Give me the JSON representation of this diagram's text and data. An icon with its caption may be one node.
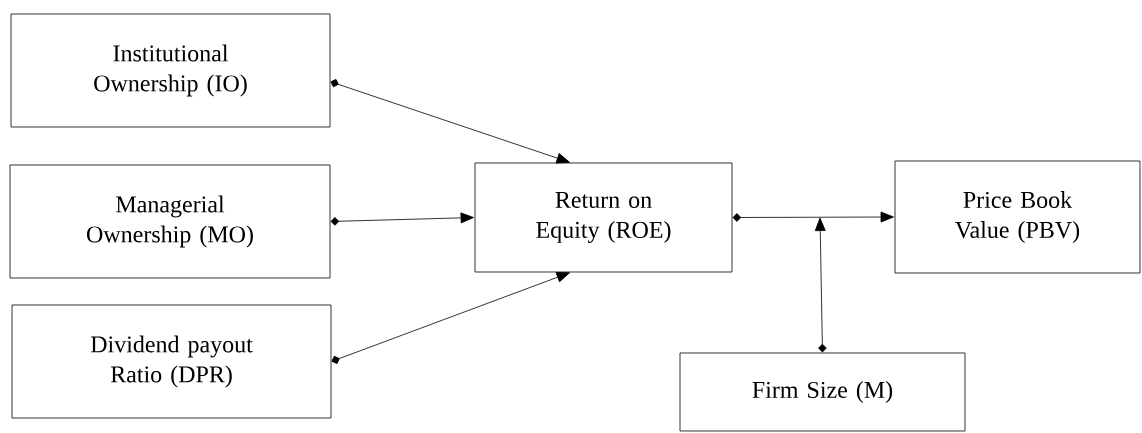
{
  "diagram": {
    "nodes": [
      {
        "text": [
          "Institutional Ownership (IO)"
        ]
      },
      {
        "text": [
          "Managerial Ownership (MO)"
        ]
      },
      {
        "text": [
          "Dividend payout Ratio (DPR)"
        ]
      },
      {
        "text": [
          "Return on Equity (ROE)"
        ]
      },
      {
        "text": [
          "Price Book Value (PBV)"
        ]
      },
      {
        "text": [
          "Firm Size (M)"
        ]
      }
    ],
    "edges": [
      {
        "from": 0,
        "to": 3,
        "arrow": "to"
      },
      {
        "from": 1,
        "to": 3,
        "arrow": "to"
      },
      {
        "from": 2,
        "to": 3,
        "arrow": "to"
      },
      {
        "from": 3,
        "to": 4,
        "arrow": "to"
      },
      {
        "from": 5,
        "to": null,
        "arrow": "to"
      }
    ]
  }
}
